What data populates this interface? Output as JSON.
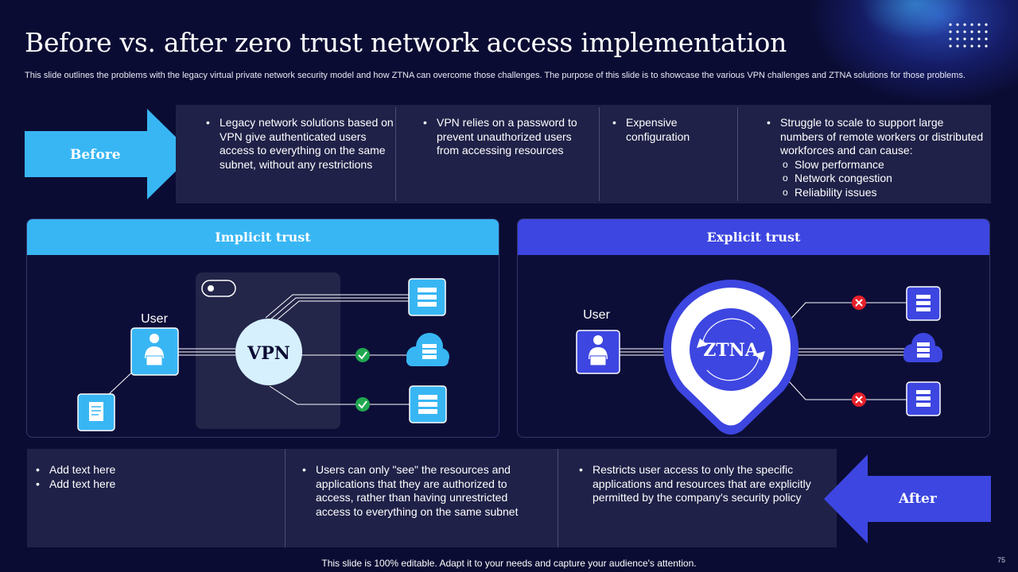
{
  "title": "Before vs. after zero trust network access implementation",
  "subtitle": "This slide outlines the problems with the legacy virtual private network security model and how ZTNA can overcome those challenges. The purpose of this slide is to showcase the various VPN challenges and ZTNA solutions for those problems.",
  "before": {
    "label": "Before",
    "columns": [
      {
        "items": [
          "Legacy network solutions based on VPN give authenticated users access to everything on the same subnet, without any restrictions"
        ]
      },
      {
        "items": [
          "VPN relies on a password to prevent unauthorized users from accessing resources"
        ]
      },
      {
        "items": [
          "Expensive configuration"
        ]
      },
      {
        "items": [
          "Struggle to scale to support large numbers of remote workers or distributed workforces and can cause:"
        ],
        "subitems": [
          "Slow performance",
          "Network congestion",
          "Reliability issues"
        ]
      }
    ]
  },
  "implicit": {
    "heading": "Implicit trust",
    "user_label": "User",
    "vpn_label": "VPN"
  },
  "explicit": {
    "heading": "Explicit trust",
    "user_label": "User",
    "ztna_label": "ZTNA"
  },
  "after": {
    "label": "After",
    "columns": [
      {
        "items": [
          "Add text here",
          "Add text here"
        ]
      },
      {
        "items": [
          "Users can only \"see\" the resources and applications that they are authorized to access, rather than having unrestricted access to everything on the same subnet"
        ]
      },
      {
        "items": [
          "Restricts user access to only the specific applications and resources that are explicitly permitted by the company's security policy"
        ]
      }
    ]
  },
  "footer": "This slide is 100% editable. Adapt it to your needs and capture your audience's attention.",
  "page_number": "75",
  "colors": {
    "background": "#0b0c33",
    "box": "#1f2148",
    "light_blue": "#38b6f4",
    "indigo": "#3d46e0",
    "check_green": "#1fa84f",
    "cross_red": "#e8202a"
  },
  "icons": [
    "user-icon",
    "server-icon",
    "cloud-icon",
    "toggle-icon",
    "check-icon",
    "cross-icon",
    "document-icon"
  ]
}
